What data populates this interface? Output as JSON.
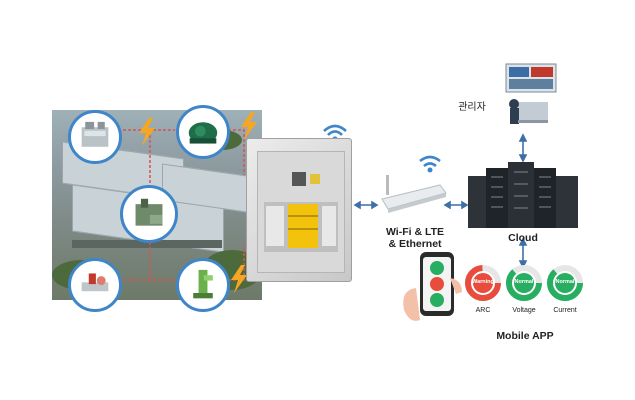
{
  "labels": {
    "admin": "관리자",
    "network": "Wi-Fi & LTE\n& Ethernet",
    "cloud": "Cloud",
    "mobile_app": "Mobile APP"
  },
  "gauges": [
    {
      "status": "Warning",
      "label": "ARC",
      "color": "#e74c3c"
    },
    {
      "status": "Normal",
      "label": "Voltage",
      "color": "#27ae60"
    },
    {
      "status": "Normal",
      "label": "Current",
      "color": "#27ae60"
    }
  ],
  "colors": {
    "accent_blue": "#3e86c9",
    "bolt_orange": "#f5a623",
    "connector_red": "#d9534f",
    "arrow_blue": "#3e6fa8"
  }
}
